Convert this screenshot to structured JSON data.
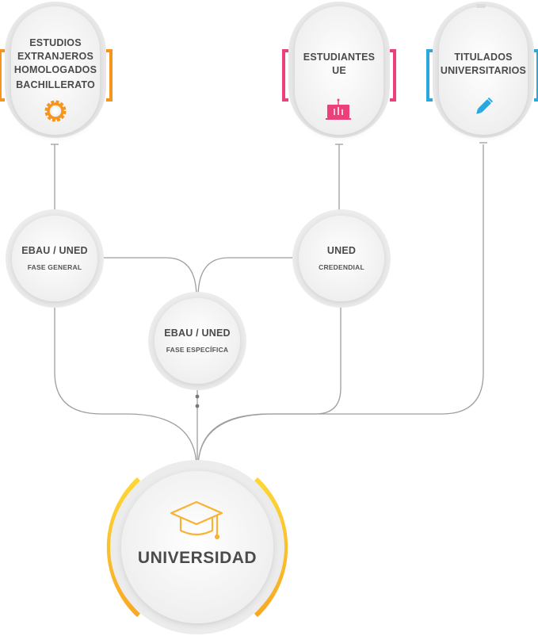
{
  "top_nodes": [
    {
      "lines": [
        "ESTUDIOS",
        "EXTRANJEROS",
        "HOMOLOGADOS",
        "BACHILLERATO"
      ],
      "icon": "gear-icon",
      "accent": "#f7941d"
    },
    {
      "lines": [
        "ESTUDIANTES",
        "UE"
      ],
      "icon": "presentation-board-icon",
      "accent": "#ec407a"
    },
    {
      "lines": [
        "TITULADOS",
        "UNIVERSITARIOS"
      ],
      "icon": "pencil-icon",
      "accent": "#29a8e0"
    }
  ],
  "mid_nodes": [
    {
      "title": "EBAU / UNED",
      "subtitle": "FASE GENERAL"
    },
    {
      "title": "UNED",
      "subtitle": "CREDENDIAL"
    },
    {
      "title": "EBAU / UNED",
      "subtitle": "FASE ESPECÍFICA"
    }
  ],
  "final_node": {
    "title": "UNIVERSIDAD",
    "icon": "graduation-cap-icon",
    "accent": "#fbc02d"
  },
  "colors": {
    "connector": "#9e9e9e",
    "node_fill": "#f6f6f6",
    "text": "#4a4a4a"
  }
}
